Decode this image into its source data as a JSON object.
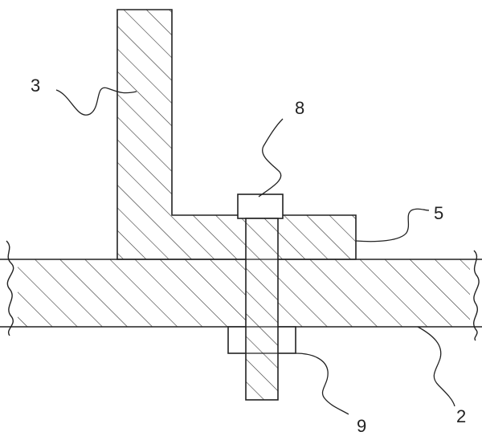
{
  "labels": {
    "part_3": "3",
    "part_8": "8",
    "part_5": "5",
    "part_9": "9",
    "part_2": "2"
  },
  "colors": {
    "stroke": "#222222",
    "hatch": "#333333",
    "background": "#ffffff"
  }
}
